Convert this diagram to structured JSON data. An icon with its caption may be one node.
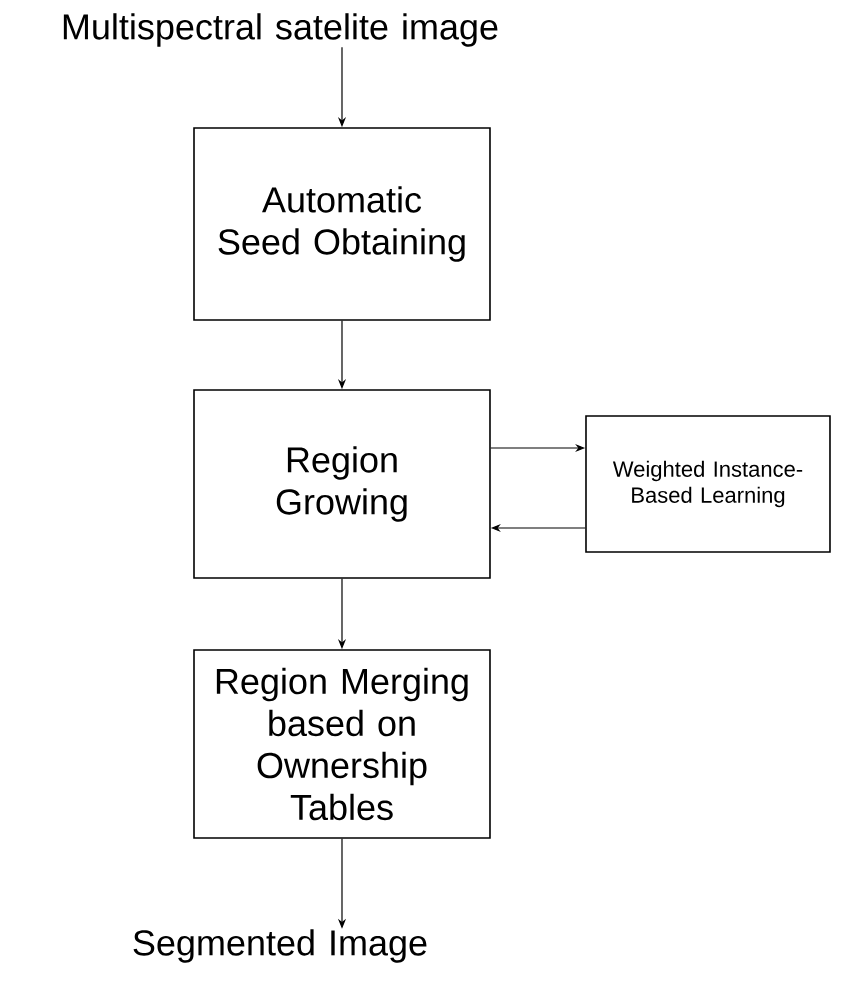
{
  "diagram": {
    "nodes": [
      {
        "text": [
          "Multispectral satelite image"
        ]
      },
      {
        "text": [
          "Automatic Seed Obtaining"
        ]
      },
      {
        "text": [
          "Region Growing"
        ]
      },
      {
        "text": [
          "Weighted Instance-Based Learning"
        ]
      },
      {
        "text": [
          "Region Merging based on Ownership Tables"
        ]
      },
      {
        "text": [
          "Segmented Image"
        ]
      }
    ],
    "edges": [
      {
        "from": 0,
        "to": 1,
        "arrow": "to"
      },
      {
        "from": 1,
        "to": 2,
        "arrow": "to"
      },
      {
        "from": 2,
        "to": 3,
        "arrow": "to"
      },
      {
        "from": 3,
        "to": 2,
        "arrow": "to"
      },
      {
        "from": 2,
        "to": 4,
        "arrow": "to"
      },
      {
        "from": 4,
        "to": 5,
        "arrow": "to"
      }
    ]
  }
}
